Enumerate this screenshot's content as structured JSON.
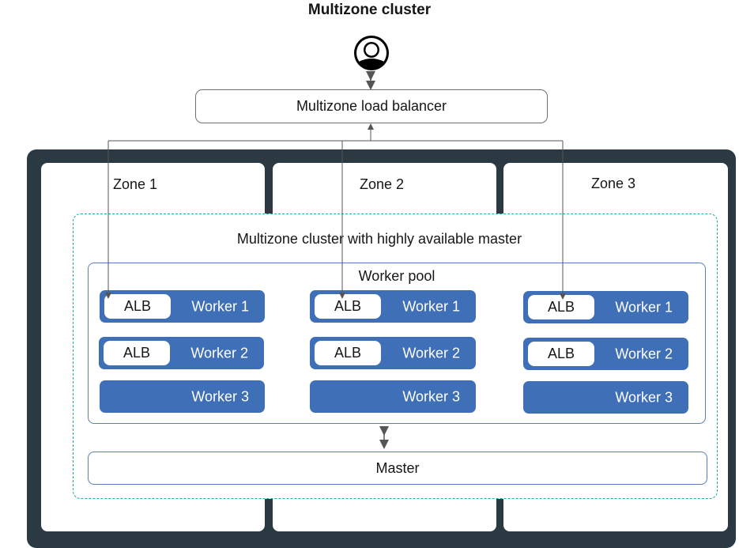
{
  "title": "Multizone cluster",
  "load_balancer": "Multizone load balancer",
  "zones": [
    "Zone 1",
    "Zone 2",
    "Zone 3"
  ],
  "cluster_label": "Multizone cluster with highly available master",
  "worker_pool_label": "Worker pool",
  "alb_label": "ALB",
  "workers": [
    "Worker 1",
    "Worker 2",
    "Worker 3"
  ],
  "master": "Master",
  "colors": {
    "frame": "#2b3a42",
    "worker": "#3f6fb7",
    "dashed": "#1fa79a",
    "pool_border": "#5b7fb8"
  },
  "icons": [
    "user-icon",
    "double-arrow-icon"
  ]
}
